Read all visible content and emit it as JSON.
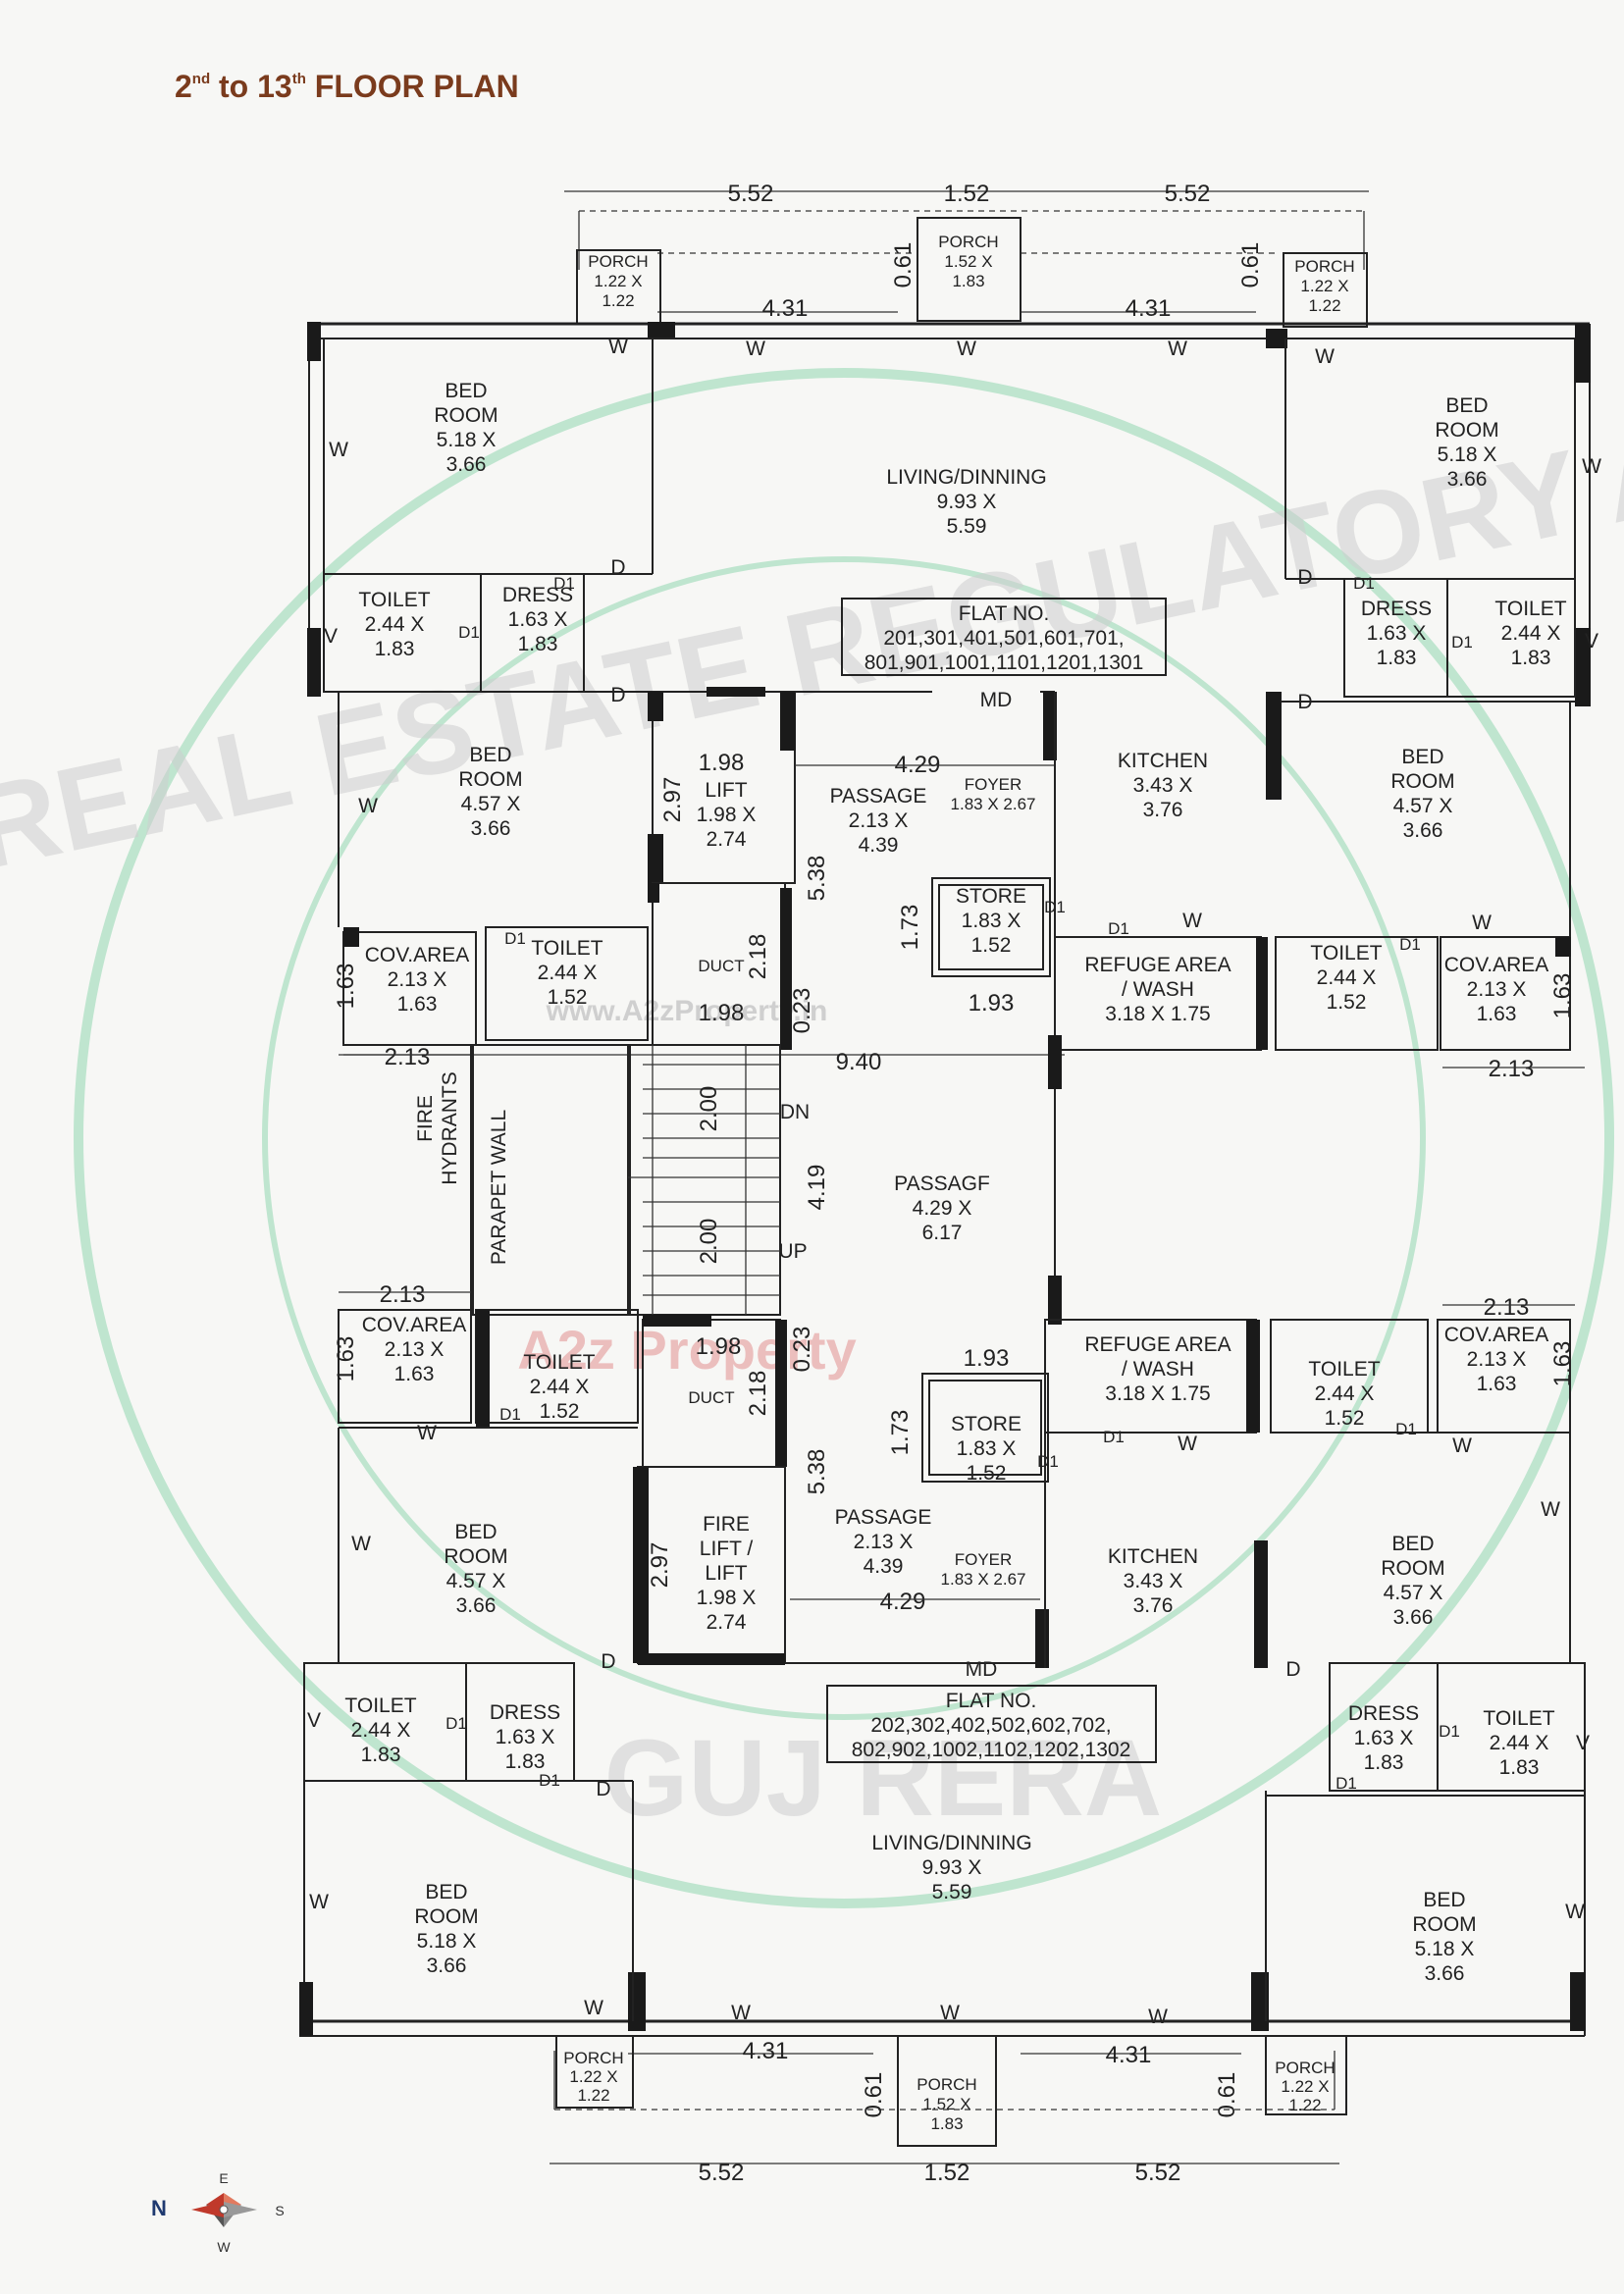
{
  "title": {
    "ordinal_a": "2",
    "sup_a": "nd",
    "ordinal_b": "to 13",
    "sup_b": "th",
    "suffix": "FLOOR PLAN"
  },
  "watermarks": {
    "seal_ring": "GUJARAT REAL ESTATE REGULATORY AUTHORITY",
    "seal_center": "GUJ RERA",
    "site": "www.A2zProperty.in",
    "brand": "A2z Property"
  },
  "compass": {
    "n": "N",
    "e": "E",
    "s": "S",
    "w": "W"
  },
  "colors": {
    "title": "#7a3b1d",
    "ring": "#bfe5cf",
    "brand_red": "#e06a6a",
    "brand_blue": "#5a8fe0",
    "brand_yellow": "#e8c94a"
  },
  "dimensions": {
    "top_left": "5.52",
    "top_mid": "1.52",
    "top_right": "5.52",
    "porch_drop_l": "0.61",
    "porch_drop_r": "0.61",
    "win_l": "4.31",
    "win_r": "4.31",
    "bot_left": "5.52",
    "bot_mid": "1.52",
    "bot_right": "5.52",
    "bot_win_l": "4.31",
    "bot_win_r": "4.31",
    "bot_drop_l": "0.61",
    "bot_drop_r": "0.61",
    "lift_w_top": "1.98",
    "lift_h_top": "2.97",
    "passage_w_top": "4.29",
    "duct_h_top": "2.18",
    "duct_w_top": "1.98",
    "passage_h_top": "5.38",
    "store_h_top": "1.73",
    "store_w_top": "1.93",
    "gap_top": "0.23",
    "cov_h_tl": "1.63",
    "cov_w_tl": "2.13",
    "cov_h_tr": "1.63",
    "cov_w_tr": "2.13",
    "core_w": "9.40",
    "stair_a": "2.00",
    "stair_b": "2.00",
    "core_h": "4.19",
    "cov_w_bl": "2.13",
    "cov_h_bl": "1.63",
    "cov_w_br": "2.13",
    "cov_h_br": "1.63",
    "duct_w_bot": "1.98",
    "duct_h_bot": "2.18",
    "gap_bot": "0.23",
    "store_w_bot": "1.93",
    "store_h_bot": "1.73",
    "passage_h_bot": "5.38",
    "lift_h_bot": "2.97",
    "passage_w_bot": "4.29"
  },
  "rooms": {
    "porch_tl": {
      "name": "PORCH",
      "size": "1.22 X",
      "size2": "1.22"
    },
    "porch_tm": {
      "name": "PORCH",
      "size": "1.52 X",
      "size2": "1.83"
    },
    "porch_tr": {
      "name": "PORCH",
      "size": "1.22 X",
      "size2": "1.22"
    },
    "bed_tl": {
      "l1": "BED",
      "l2": "ROOM",
      "l3": "5.18 X",
      "l4": "3.66"
    },
    "living_top": {
      "l1": "LIVING/DINNING",
      "l2": "9.93 X",
      "l3": "5.59"
    },
    "bed_tr": {
      "l1": "BED",
      "l2": "ROOM",
      "l3": "5.18 X",
      "l4": "3.66"
    },
    "toilet_tl": {
      "l1": "TOILET",
      "l2": "2.44 X",
      "l3": "1.83"
    },
    "dress_tl": {
      "l1": "DRESS",
      "l2": "1.63 X",
      "l3": "1.83"
    },
    "flat_top": {
      "l1": "FLAT NO.",
      "l2": "201,301,401,501,601,701,",
      "l3": "801,901,1001,1101,1201,1301"
    },
    "dress_tr": {
      "l1": "DRESS",
      "l2": "1.63 X",
      "l3": "1.83"
    },
    "toilet_tr": {
      "l1": "TOILET",
      "l2": "2.44 X",
      "l3": "1.83"
    },
    "bed2_tl": {
      "l1": "BED",
      "l2": "ROOM",
      "l3": "4.57 X",
      "l4": "3.66"
    },
    "lift_top": {
      "l1": "LIFT",
      "l2": "1.98 X",
      "l3": "2.74"
    },
    "passage_top": {
      "l1": "PASSAGE",
      "l2": "2.13 X",
      "l3": "4.39"
    },
    "foyer_top": {
      "l1": "FOYER",
      "l2": "1.83 X 2.67"
    },
    "kitchen_top": {
      "l1": "KITCHEN",
      "l2": "3.43 X",
      "l3": "3.76"
    },
    "bed2_tr": {
      "l1": "BED",
      "l2": "ROOM",
      "l3": "4.57 X",
      "l4": "3.66"
    },
    "store_top": {
      "l1": "STORE",
      "l2": "1.83 X",
      "l3": "1.52"
    },
    "cov_tl": {
      "l1": "COV.AREA",
      "l2": "2.13 X",
      "l3": "1.63"
    },
    "toilet2_tl": {
      "l1": "TOILET",
      "l2": "2.44 X",
      "l3": "1.52"
    },
    "duct_top": {
      "l1": "DUCT"
    },
    "refuge_top": {
      "l1": "REFUGE AREA",
      "l2": "/ WASH",
      "l3": "3.18 X 1.75"
    },
    "toilet2_tr": {
      "l1": "TOILET",
      "l2": "2.44 X",
      "l3": "1.52"
    },
    "cov_tr": {
      "l1": "COV.AREA",
      "l2": "2.13 X",
      "l3": "1.63"
    },
    "fire_hydrants": {
      "l1": "FIRE",
      "l2": "HYDRANTS"
    },
    "parapet": {
      "l1": "PARAPET WALL"
    },
    "stair": {
      "dn": "DN",
      "up": "UP"
    },
    "passage_core": {
      "l1": "PASSAGF",
      "l2": "4.29 X",
      "l3": "6.17"
    },
    "cov_bl": {
      "l1": "COV.AREA",
      "l2": "2.13 X",
      "l3": "1.63"
    },
    "toilet2_bl": {
      "l1": "TOILET",
      "l2": "2.44 X",
      "l3": "1.52"
    },
    "duct_bot": {
      "l1": "DUCT"
    },
    "refuge_bot": {
      "l1": "REFUGE AREA",
      "l2": "/ WASH",
      "l3": "3.18 X 1.75"
    },
    "toilet2_br": {
      "l1": "TOILET",
      "l2": "2.44 X",
      "l3": "1.52"
    },
    "cov_br": {
      "l1": "COV.AREA",
      "l2": "2.13 X",
      "l3": "1.63"
    },
    "store_bot": {
      "l1": "STORE",
      "l2": "1.83 X",
      "l3": "1.52"
    },
    "bed2_bl": {
      "l1": "BED",
      "l2": "ROOM",
      "l3": "4.57 X",
      "l4": "3.66"
    },
    "lift_bot": {
      "l1": "FIRE",
      "l2": "LIFT /",
      "l3": "LIFT",
      "l4": "1.98 X",
      "l5": "2.74"
    },
    "passage_bot": {
      "l1": "PASSAGE",
      "l2": "2.13 X",
      "l3": "4.39"
    },
    "foyer_bot": {
      "l1": "FOYER",
      "l2": "1.83 X 2.67"
    },
    "kitchen_bot": {
      "l1": "KITCHEN",
      "l2": "3.43 X",
      "l3": "3.76"
    },
    "bed2_br": {
      "l1": "BED",
      "l2": "ROOM",
      "l3": "4.57 X",
      "l4": "3.66"
    },
    "flat_bot": {
      "l1": "FLAT NO.",
      "l2": "202,302,402,502,602,702,",
      "l3": "802,902,1002,1102,1202,1302"
    },
    "toilet_bl": {
      "l1": "TOILET",
      "l2": "2.44 X",
      "l3": "1.83"
    },
    "dress_bl": {
      "l1": "DRESS",
      "l2": "1.63 X",
      "l3": "1.83"
    },
    "dress_br": {
      "l1": "DRESS",
      "l2": "1.63 X",
      "l3": "1.83"
    },
    "toilet_br": {
      "l1": "TOILET",
      "l2": "2.44 X",
      "l3": "1.83"
    },
    "living_bot": {
      "l1": "LIVING/DINNING",
      "l2": "9.93 X",
      "l3": "5.59"
    },
    "bed_bl": {
      "l1": "BED",
      "l2": "ROOM",
      "l3": "5.18 X",
      "l4": "3.66"
    },
    "bed_br": {
      "l1": "BED",
      "l2": "ROOM",
      "l3": "5.18 X",
      "l4": "3.66"
    },
    "porch_bl": {
      "name": "PORCH",
      "size": "1.22 X",
      "size2": "1.22"
    },
    "porch_bm": {
      "name": "PORCH",
      "size": "1.52 X",
      "size2": "1.83"
    },
    "porch_br": {
      "name": "PORCH",
      "size": "1.22 X",
      "size2": "1.22"
    }
  },
  "marks": {
    "w": "W",
    "d": "D",
    "d1": "D1",
    "v": "V",
    "md": "MD"
  }
}
